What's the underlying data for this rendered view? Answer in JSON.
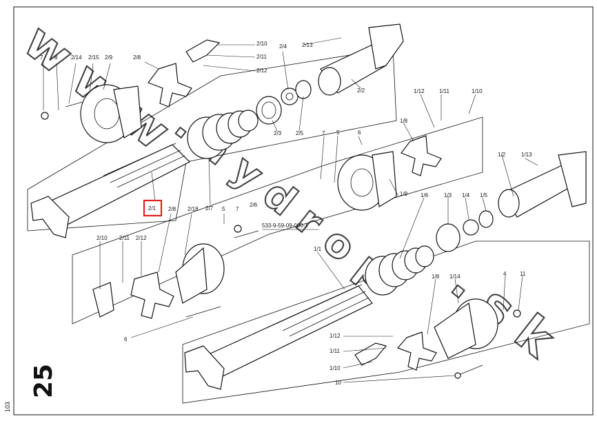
{
  "page": {
    "page_number": "25",
    "sheet_number": "103",
    "watermark": "www.hydrop.sk",
    "highlight_color": "#e0201c",
    "highlighted_label": "2/1"
  },
  "reference_code": "533-9-59-09-000-1",
  "upper_shaft_labels": [
    "7",
    "8",
    "2/14",
    "2/15",
    "2/9",
    "2/8",
    "2/10",
    "2/11",
    "2/12",
    "2/4",
    "2/13",
    "2/3",
    "2/5",
    "2/2",
    "2/6",
    "2/7",
    "2/1",
    "2/8",
    "2/18",
    "5",
    "7",
    "2/10",
    "2/11",
    "2/12",
    "6"
  ],
  "lower_shaft_labels": [
    "1/12",
    "1/11",
    "1/10",
    "1/8",
    "7",
    "5",
    "6",
    "1/9",
    "1/2",
    "1/13",
    "1/6",
    "1/3",
    "1/4",
    "1/5",
    "1/1",
    "1/8",
    "1/14",
    "4",
    "11",
    "1/12",
    "1/11",
    "1/10",
    "10"
  ]
}
